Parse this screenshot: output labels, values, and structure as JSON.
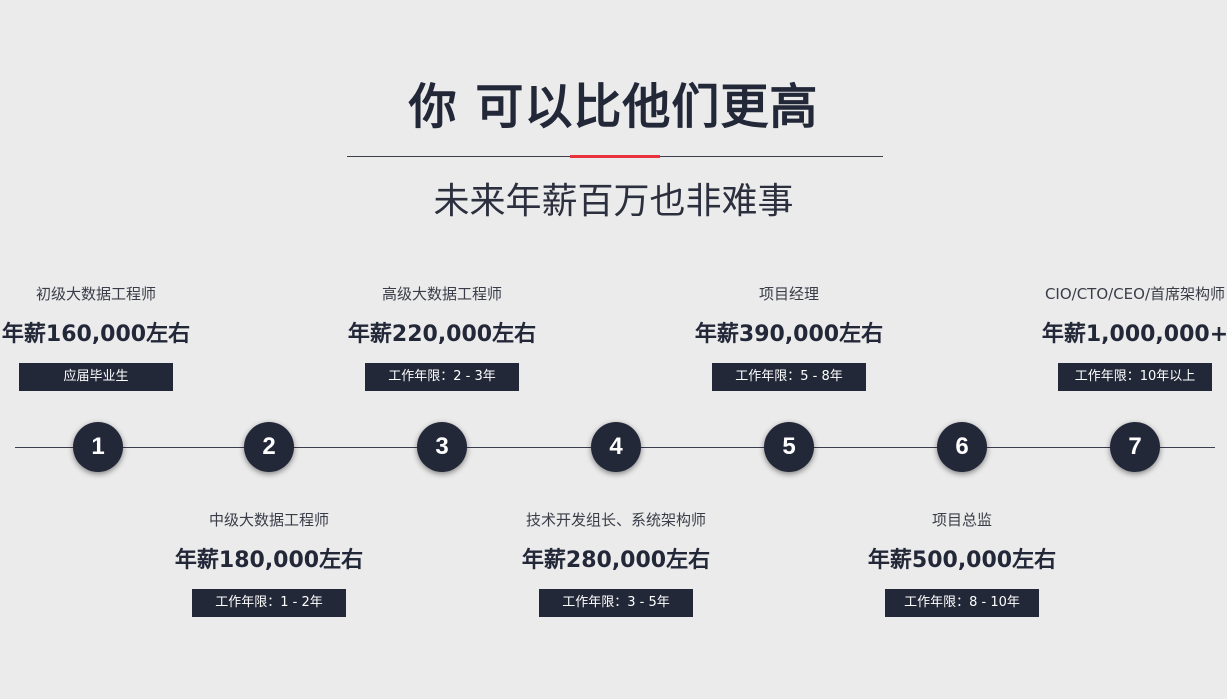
{
  "header": {
    "title": "你 可以比他们更高",
    "subtitle": "未来年薪百万也非难事"
  },
  "accent_color": "#e8323c",
  "dark_color": "#232839",
  "stages": [
    {
      "number": "1",
      "role": "初级大数据工程师",
      "salary": "年薪160,000左右",
      "badge": "应届毕业生"
    },
    {
      "number": "2",
      "role": "中级大数据工程师",
      "salary": "年薪180,000左右",
      "badge": "工作年限：1 - 2年"
    },
    {
      "number": "3",
      "role": "高级大数据工程师",
      "salary": "年薪220,000左右",
      "badge": "工作年限：2 - 3年"
    },
    {
      "number": "4",
      "role": "技术开发组长、系统架构师",
      "salary": "年薪280,000左右",
      "badge": "工作年限：3 - 5年"
    },
    {
      "number": "5",
      "role": "项目经理",
      "salary": "年薪390,000左右",
      "badge": "工作年限：5 - 8年"
    },
    {
      "number": "6",
      "role": "项目总监",
      "salary": "年薪500,000左右",
      "badge": "工作年限：8 - 10年"
    },
    {
      "number": "7",
      "role": "CIO/CTO/CEO/首席架构师",
      "salary": "年薪1,000,000+",
      "badge": "工作年限：10年以上"
    }
  ]
}
